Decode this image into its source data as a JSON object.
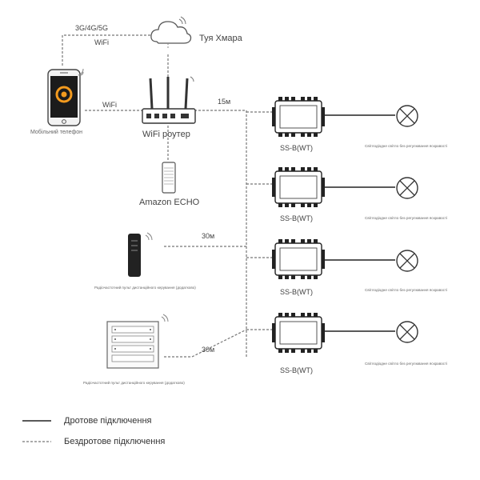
{
  "network": {
    "cellular_label": "3G/4G/5G",
    "cloud_wifi_label": "WiFi",
    "cloud_label": "Туя Хмара",
    "phone_wifi_label": "WiFi",
    "phone_label": "Мобільний телефон",
    "router_label": "WiFi роутер",
    "router_distance": "15м",
    "echo_label": "Amazon ECHO"
  },
  "remotes": [
    {
      "label": "Радіочастотний пульт дистанційного керування (додатково)",
      "distance": "30м"
    },
    {
      "label": "Радіочастотний пульт дистанційного керування (додатково)",
      "distance": "30м"
    }
  ],
  "controllers": [
    {
      "model": "SS-B(WT)",
      "lamp_label": "Світлодіодне світло без регулювання яскравості"
    },
    {
      "model": "SS-B(WT)",
      "lamp_label": "Світлодіодне світло без регулювання яскравості"
    },
    {
      "model": "SS-B(WT)",
      "lamp_label": "Світлодіодне світло без регулювання яскравості"
    },
    {
      "model": "SS-B(WT)",
      "lamp_label": "Світлодіодне світло без регулювання яскравості"
    }
  ],
  "legend": {
    "wired": "Дротове підключення",
    "wireless": "Бездротове підключення"
  }
}
